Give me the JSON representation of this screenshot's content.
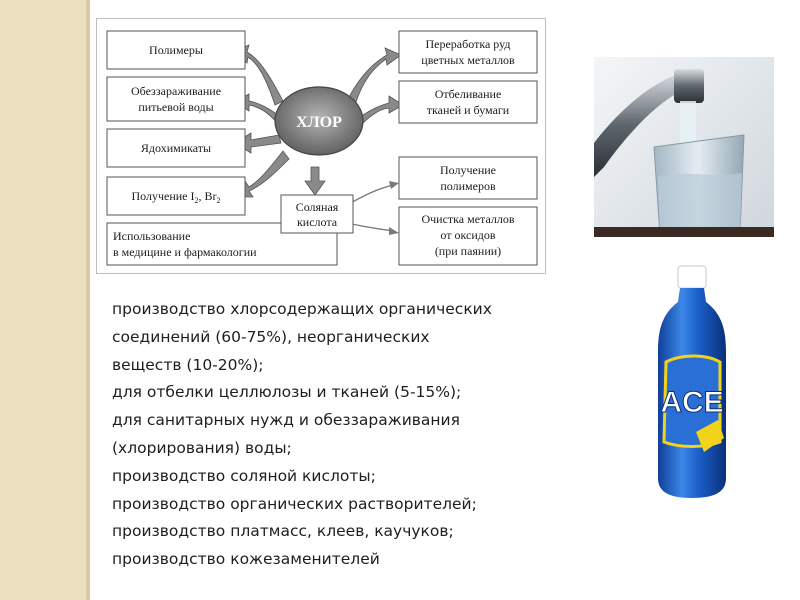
{
  "diagram": {
    "center": "ХЛОР",
    "left_boxes": [
      {
        "lines": [
          "Полимеры"
        ]
      },
      {
        "lines": [
          "Обеззараживание",
          "питьевой воды"
        ]
      },
      {
        "lines": [
          "Ядохимикаты"
        ]
      },
      {
        "lines": [
          "Получение I",
          "2",
          ", Br",
          "2"
        ]
      },
      {
        "lines": [
          "Использование",
          "в медицине и фармакологии"
        ]
      }
    ],
    "right_boxes": [
      {
        "lines": [
          "Переработка руд",
          "цветных металлов"
        ]
      },
      {
        "lines": [
          "Отбеливание",
          "тканей и бумаги"
        ]
      },
      {
        "lines": [
          "Получение",
          "полимеров"
        ]
      },
      {
        "lines": [
          "Очистка металлов",
          "от оксидов",
          "(при паянии)"
        ]
      }
    ],
    "middle_box": {
      "lines": [
        "Соляная",
        "кислота"
      ]
    }
  },
  "bullets": [
    "производство хлорсодержащих органических",
    "соединений (60-75%), неорганических",
    "веществ (10-20%);",
    "для отбелки целлюлозы и тканей (5-15%);",
    "для санитарных нужд и обеззараживания",
    "(хлорирования) воды;",
    "производство соляной кислоты;",
    "производство органических растворителей;",
    "производство платмасс, клеев, каучуков;",
    "производство кожезаменителей"
  ],
  "bottle_label": "ACE",
  "colors": {
    "bottle_blue": "#1b5fc8",
    "label_yellow": "#f3d21a",
    "arrow_gray": "#8a8a8a"
  }
}
